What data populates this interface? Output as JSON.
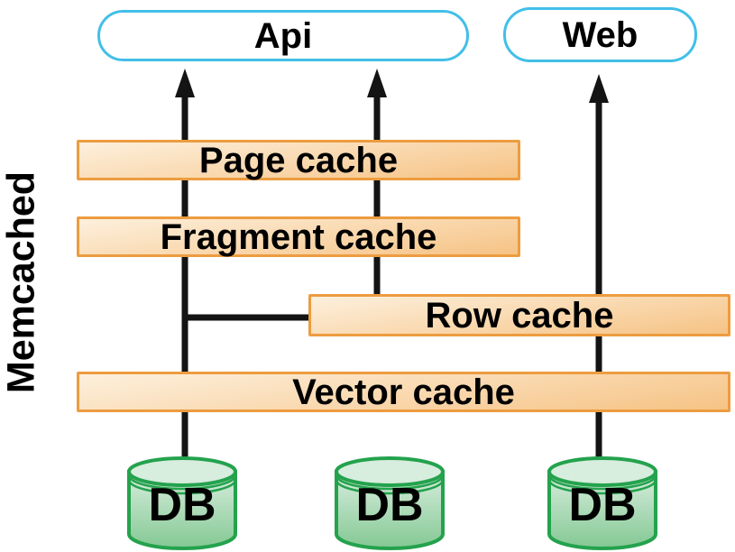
{
  "diagram": {
    "side_label": "Memcached",
    "nodes": {
      "api": "Api",
      "web": "Web"
    },
    "caches": [
      {
        "label": "Page cache"
      },
      {
        "label": "Fragment cache"
      },
      {
        "label": "Row cache"
      },
      {
        "label": "Vector cache"
      }
    ],
    "databases": [
      {
        "label": "DB"
      },
      {
        "label": "DB"
      },
      {
        "label": "DB"
      }
    ],
    "colors": {
      "cache_border": "#ED9C40",
      "cache_fill_top": "#FDF0DD",
      "cache_fill_bottom": "#F6C385",
      "node_border": "#42BFE8",
      "node_fill": "#FFFFFF",
      "db_border": "#24A24D",
      "db_fill_top": "#D9EEDF",
      "db_fill_bottom": "#84C893",
      "db_top_fill": "#D7EDDD",
      "line": "#141414",
      "text": "#000000"
    }
  }
}
